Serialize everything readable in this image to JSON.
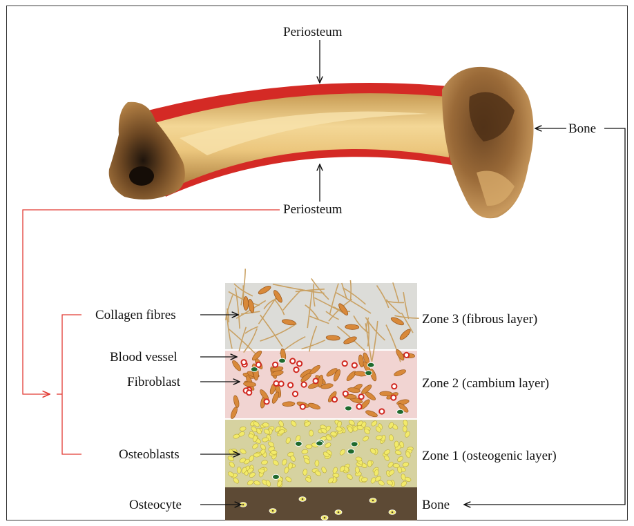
{
  "labels": {
    "periosteum_top": "Periosteum",
    "periosteum_bottom": "Periosteum",
    "bone_top": "Bone",
    "collagen": "Collagen fibres",
    "blood_vessel": "Blood vessel",
    "fibroblast": "Fibroblast",
    "osteoblasts": "Osteoblasts",
    "osteocyte": "Osteocyte",
    "zone3": "Zone 3 (fibrous layer)",
    "zone2": "Zone 2 (cambium layer)",
    "zone1": "Zone 1 (osteogenic layer)",
    "bone_bottom": "Bone"
  },
  "colors": {
    "periosteum": "#d42a25",
    "bone_shaft": "#e2b76a",
    "bone_dark": "#5a3a1c",
    "zone3_bg": "#dcdcd8",
    "zone2_bg": "#f1d4d2",
    "zone1_bg": "#d6d2a0",
    "bone_layer": "#5d4a35",
    "collagen": "#c9a163",
    "fibroblast": "#d8893a",
    "red_cell": "#d0271f",
    "osteoblast": "#f2ea6a",
    "green_cell": "#1f6a2e",
    "connector_red": "#e23c35"
  }
}
